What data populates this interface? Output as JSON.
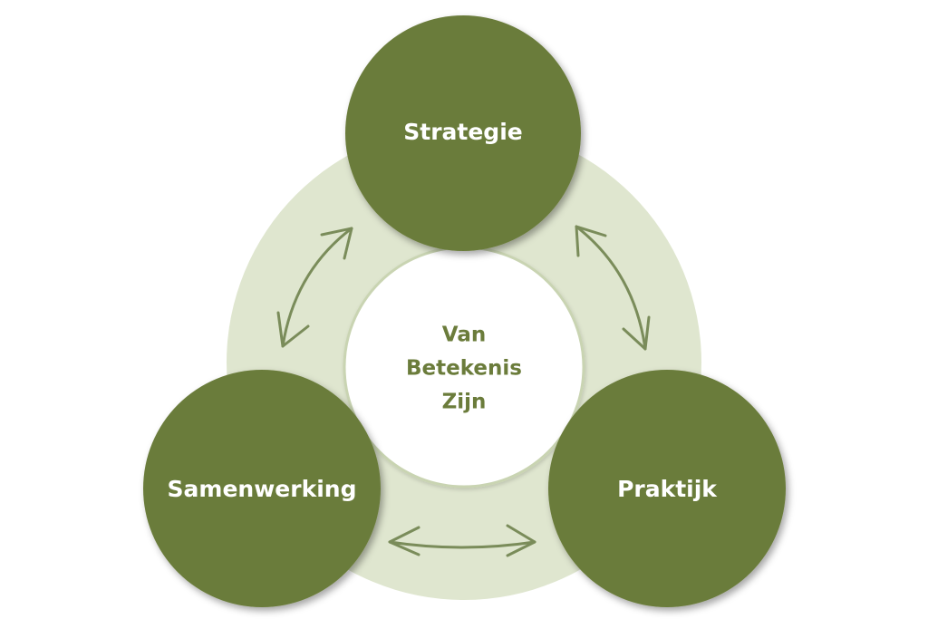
{
  "center": {
    "lines": [
      "Van",
      "Betekenis",
      "Zijn"
    ]
  },
  "nodes": {
    "top": {
      "label": "Strategie"
    },
    "left": {
      "label": "Samenwerking"
    },
    "right": {
      "label": "Praktijk"
    }
  },
  "colors": {
    "node_fill": "#6b7c3b",
    "ring_fill": "#dfe6cf",
    "center_fill": "#ffffff",
    "center_border": "#c9d4b2",
    "arrow": "#7a8c5a",
    "center_text": "#6b7c3b"
  },
  "icons": {
    "arrows": [
      "double-arrow-left-top",
      "double-arrow-top-right",
      "double-arrow-left-right"
    ]
  }
}
